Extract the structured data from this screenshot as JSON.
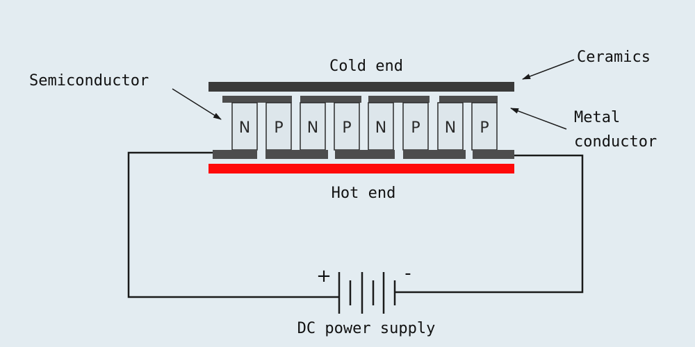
{
  "labels": {
    "cold_end": "Cold end",
    "hot_end": "Hot end",
    "ceramics": "Ceramics",
    "semiconductor": "Semiconductor",
    "metal_line1": "Metal",
    "metal_line2": "conductor",
    "plus": "+",
    "minus": "-",
    "power_supply": "DC power supply"
  },
  "legs": [
    "N",
    "P",
    "N",
    "P",
    "N",
    "P",
    "N",
    "P"
  ],
  "colors": {
    "background": "#e3ecf1",
    "ceramic_cold": "#3a3a3a",
    "ceramic_hot": "#ff0a0a",
    "metal": "#4d4d4d",
    "semiconductor_fill": "#dde6eb",
    "wire": "#1a1a1a"
  }
}
